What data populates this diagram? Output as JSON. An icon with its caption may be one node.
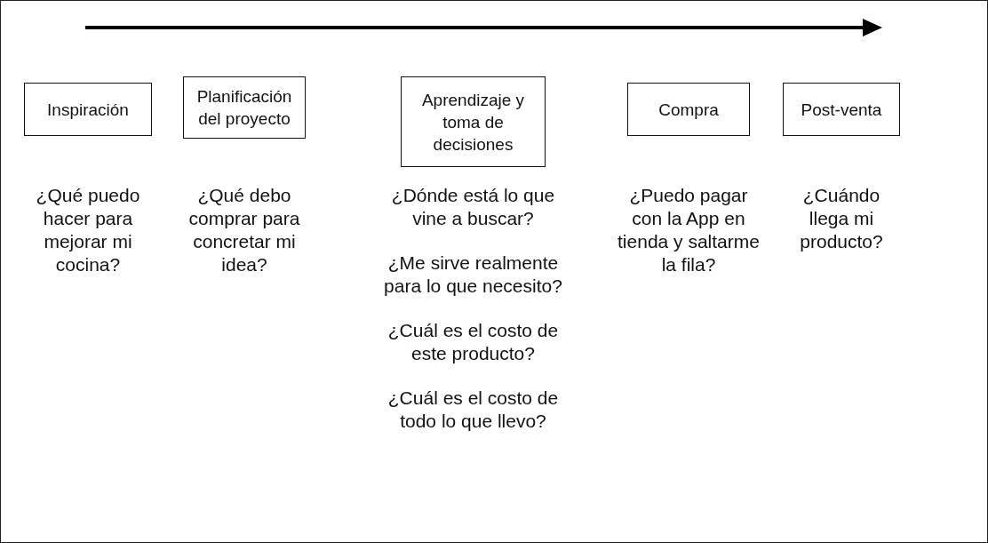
{
  "diagram": {
    "nodes": [
      {
        "text": [
          "Inspiración"
        ],
        "beside": [
          "¿Qué puedo hacer para mejorar mi cocina?"
        ]
      },
      {
        "text": [
          "Planificación del proyecto"
        ],
        "beside": [
          "¿Qué debo comprar para concretar mi idea?"
        ]
      },
      {
        "text": [
          "Aprendizaje y toma de decisiones"
        ],
        "beside": [
          "¿Dónde está lo que vine a buscar?",
          "¿Me sirve realmente para lo que necesito?",
          "¿Cuál es el costo de este producto?",
          "¿Cuál es el costo de todo lo que llevo?"
        ]
      },
      {
        "text": [
          "Compra"
        ],
        "beside": [
          "¿Puedo pagar con la App en tienda y saltarme la fila?"
        ]
      },
      {
        "text": [
          "Post-venta"
        ],
        "beside": [
          "¿Cuándo llega mi producto?"
        ]
      }
    ]
  }
}
